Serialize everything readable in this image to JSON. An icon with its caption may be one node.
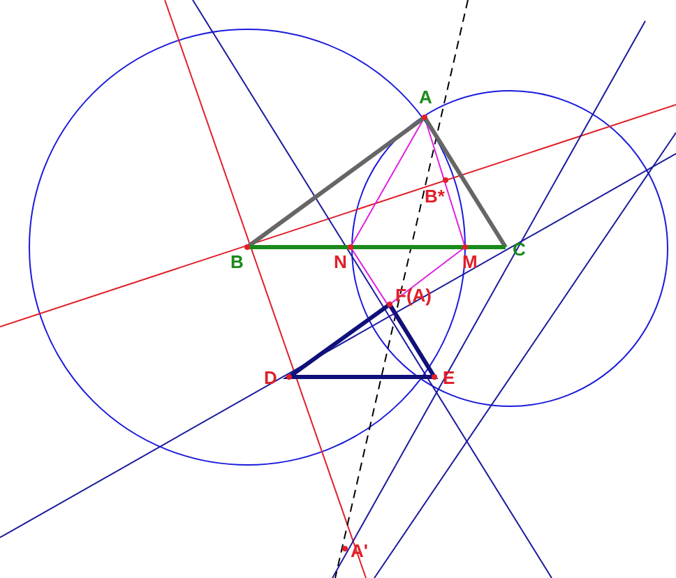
{
  "diagram": {
    "labels": [
      "A",
      "B*",
      "B",
      "N",
      "M",
      "C",
      "F(A)",
      "D",
      "E",
      "A'"
    ]
  }
}
